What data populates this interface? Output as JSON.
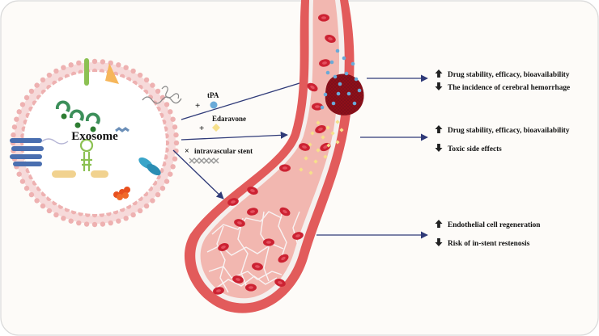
{
  "center_label": "Exosome",
  "combos": [
    {
      "symbol": "+",
      "name": "tPA"
    },
    {
      "symbol": "+",
      "name": "Edaravone"
    },
    {
      "symbol": "×",
      "name": "intravascular stent"
    }
  ],
  "outcomes": [
    {
      "icon": "arrow-up-icon",
      "text": "Drug stability, efficacy, bioavailability"
    },
    {
      "icon": "arrow-down-icon",
      "text": "The incidence of cerebral hemorrhage"
    },
    {
      "icon": "arrow-up-icon",
      "text": "Drug stability, efficacy, bioavailability"
    },
    {
      "icon": "arrow-down-icon",
      "text": "Toxic side effects"
    },
    {
      "icon": "arrow-up-icon",
      "text": "Endothelial cell regeneration"
    },
    {
      "icon": "arrow-down-icon",
      "text": "Risk of in-stent restenosis"
    }
  ],
  "colors": {
    "membrane": "#eeb1b1",
    "vessel_wall": "#e05a5a",
    "vessel_lumen": "#f3b9b4",
    "red_cell": "#cc2232",
    "thrombus": "#7a0f1c",
    "tpa": "#6aaad8",
    "edaravone": "#f6e08a",
    "arrow": "#2f3a78"
  }
}
